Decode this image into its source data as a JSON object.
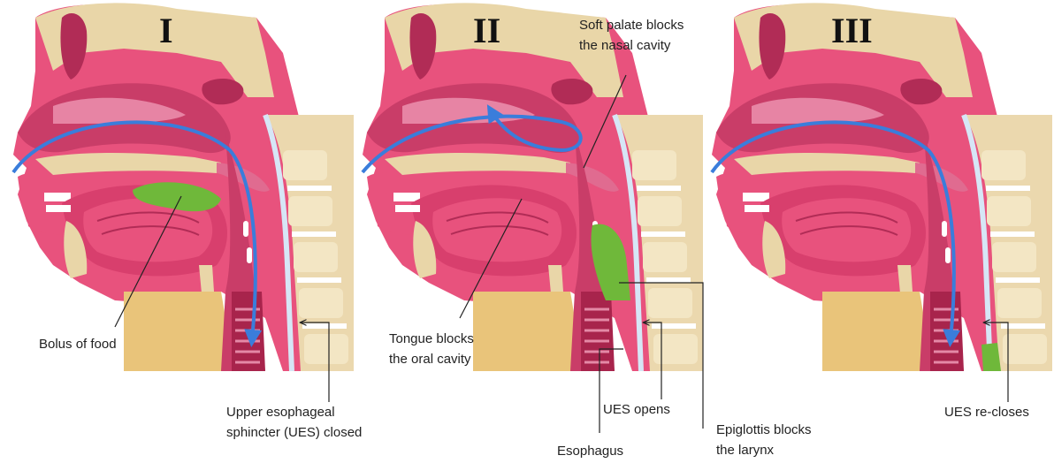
{
  "panels": [
    {
      "numeral": "I"
    },
    {
      "numeral": "II"
    },
    {
      "numeral": "III"
    }
  ],
  "labels": {
    "bolus": "Bolus of food",
    "ues_closed_1": "Upper esophageal",
    "ues_closed_2": "sphincter (UES) closed",
    "soft_palate_1": "Soft palate blocks",
    "soft_palate_2": "the nasal cavity",
    "tongue_1": "Tongue blocks",
    "tongue_2": "the oral cavity",
    "ues_opens": "UES opens",
    "esophagus": "Esophagus",
    "epiglottis_1": "Epiglottis blocks",
    "epiglottis_2": "the larynx",
    "ues_recloses": "UES re-closes"
  },
  "colors": {
    "bone": "#e9d6a8",
    "tissue": "#e8527d",
    "tissue_light": "#f4a3bd",
    "tissue_dark": "#b12c56",
    "nasal": "#c93d68",
    "bolus": "#6fb83a",
    "arrow": "#3a7ddb",
    "vertebra": "#f3e6c4",
    "fat": "#e9c47a"
  }
}
